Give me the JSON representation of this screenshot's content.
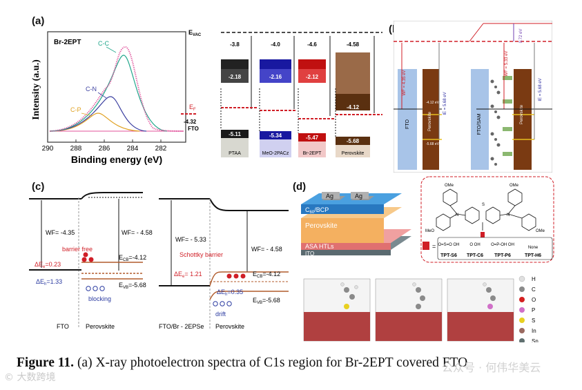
{
  "panels": {
    "a": {
      "label": "(a)",
      "xps": {
        "sample": "Br-2EPT",
        "xlabel": "Binding energy (eV)",
        "ylabel": "Intensity (a.u.)",
        "xticks": [
          "290",
          "288",
          "286",
          "284",
          "282"
        ],
        "peaks": [
          "C-C",
          "C-N",
          "C-P"
        ],
        "colors": {
          "C-C": "#1fa58a",
          "C-N": "#3b3fa0",
          "C-P": "#e0a020",
          "envelope": "#e0509a"
        }
      },
      "energy": {
        "evac": "E",
        "evac_sub": "VAC",
        "ef": "E",
        "ef_sub": "F",
        "fto_value": "-4.32",
        "fto_label": "FTO",
        "materials": [
          {
            "name": "PTAA",
            "top": "-3.8",
            "lumo": "-2.18",
            "homo": "-5.11",
            "color": "#303030"
          },
          {
            "name": "MeO-2PACz",
            "top": "-4.0",
            "lumo": "-2.16",
            "homo": "-5.34",
            "color": "#2424a8"
          },
          {
            "name": "Br-2EPT",
            "top": "-4.6",
            "lumo": "-2.12",
            "homo": "-5.47",
            "color": "#d01e26"
          },
          {
            "name": "Perovskite",
            "top": "-4.58",
            "lumo": "-4.12",
            "homo": "-5.68",
            "color": "#6b3a16"
          }
        ]
      }
    },
    "b": {
      "label": "(b)",
      "left": {
        "wf": "WF = 4.35 eV",
        "fto": "FTO",
        "pvk": "Perovskite",
        "ie": "IE = 5.68 eV",
        "cb": "-4.12 eV",
        "vb": "-5.68 eV"
      },
      "right": {
        "wf": "WF = 5.33 eV",
        "fto": "FTO/SAM",
        "pvk": "Perovskite",
        "ie": "IE = 5.68 eV",
        "dip": "0.72 eV"
      }
    },
    "c": {
      "label": "(c)",
      "left": {
        "wf1": "WF= -4.35",
        "wf2": "WF= - 4.58",
        "barrier": "barrier free",
        "de": "ΔE",
        "de_sub": "e",
        "de_val": "=0.23",
        "dh": "ΔE",
        "dh_sub": "h",
        "dh_val": "=1.33",
        "ecb": "E",
        "ecb_sub": "CB",
        "ecb_val": "=-4.12",
        "evb": "E",
        "evb_sub": "VB",
        "evb_val": "=-5.68",
        "blocking": "blocking",
        "sub1": "FTO",
        "sub2": "Perovskite"
      },
      "right": {
        "wf1": "WF= - 5.33",
        "wf2": "WF= - 4.58",
        "barrier": "Schottky barrier",
        "de": "ΔE",
        "de_sub": "e",
        "de_val": "= 1.21",
        "dh": "ΔE",
        "dh_sub": "h",
        "dh_val": "=0.35",
        "ecb": "E",
        "ecb_sub": "CB",
        "ecb_val": "=-4.12",
        "evb": "E",
        "evb_sub": "VB",
        "evb_val": "=-5.68",
        "drift": "drift",
        "sub1": "FTO/Br - 2EPSe",
        "sub2": "Perovskite"
      }
    },
    "d": {
      "label": "(d)",
      "device": {
        "ag1": "Ag",
        "ag2": "Ag",
        "c60": "C",
        "c60_sub": "60",
        "c60_rest": "/BCP",
        "pvk": "Perovskite",
        "asa": "ASA HTLs",
        "ito": "ITO"
      },
      "molecule": {
        "ome": "OMe",
        "meo": "MeO",
        "n": "N",
        "s": "S",
        "eq": "="
      },
      "anchors": [
        {
          "label": "TPT-S6",
          "group": "O=S=O\nOH"
        },
        {
          "label": "TPT-C6",
          "group": "O\nOH"
        },
        {
          "label": "TPT-P6",
          "group": "O=P-OH\nOH"
        },
        {
          "label": "TPT-H6",
          "group": "None"
        }
      ],
      "legend": [
        {
          "el": "H",
          "color": "#e0e0e0"
        },
        {
          "el": "C",
          "color": "#8a8a8a"
        },
        {
          "el": "O",
          "color": "#d42020"
        },
        {
          "el": "P",
          "color": "#d070c8"
        },
        {
          "el": "S",
          "color": "#e8d020"
        },
        {
          "el": "In",
          "color": "#9a6a60"
        },
        {
          "el": "Sn",
          "color": "#607070"
        }
      ]
    }
  },
  "caption": {
    "figure": "Figure 11.",
    "text": " (a) X-ray photoelectron spectra of C1s region for Br-2EPT covered FTO"
  },
  "watermarks": {
    "left": "© 大数跨境",
    "right": "公众号 · 何伟华美云"
  }
}
